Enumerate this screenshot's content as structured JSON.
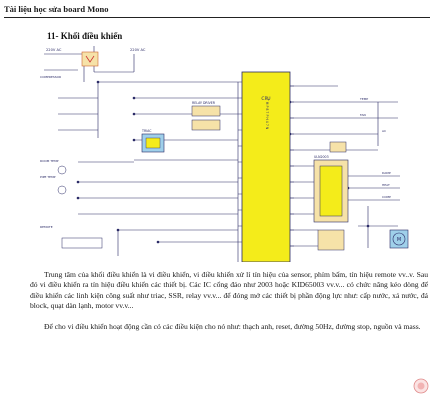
{
  "header": {
    "title": "Tài liệu học sửa board Mono"
  },
  "section": {
    "title": "11-  Khối điều khiển"
  },
  "schematic": {
    "mains_label": "220V AC",
    "mains_label_2": "220V AC",
    "cpu_label": "CPU",
    "cpu_chip_text": "T M P 8 7 P H 4 7 N",
    "relay_block_label": "RELAY DRIVER",
    "triac_block_label": "TRIAC",
    "driver_ic_label": "ULN2003",
    "motor_label": "M",
    "side_labels": [
      "TEMP",
      "FAN",
      "AC",
      "DAMP",
      "HEAT",
      "COMP"
    ],
    "left_labels": [
      "COMPRESSOR",
      "ROOM TEMP",
      "PIPE TEMP",
      "REMOTE"
    ]
  },
  "paragraphs": [
    "Trung tâm của khối điều khiển là vi điều khiển, vi điều khiển xử lí tín hiệu của sensor, phím bấm, tín hiệu remote vv..v. Sau đó vi điều khiển ra tín hiệu điều khiển các thiết bị. Các IC cổng đảo như 2003 hoặc KID65003 vv.v... có chức năng kéo dòng để điều khiển các linh kiện công suất như triac, SSR, relay vv.v... để đóng mở các thiết bị phần động lực như: cấp nước, xả nước, đá block, quạt dàn lạnh, motor vv.v...",
    "Để cho vi điều khiển hoạt động cần có các điều kiện cho nó như: thạch anh, reset, đường 50Hz, đường stop, nguồn và mass."
  ],
  "colors": {
    "chip": "#f4ec1a",
    "relay": "#f6e2a8",
    "wire": "#2a2a66",
    "accent_block": "#9fd0ea"
  },
  "icons": {
    "watermark": "logo-watermark-icon"
  }
}
